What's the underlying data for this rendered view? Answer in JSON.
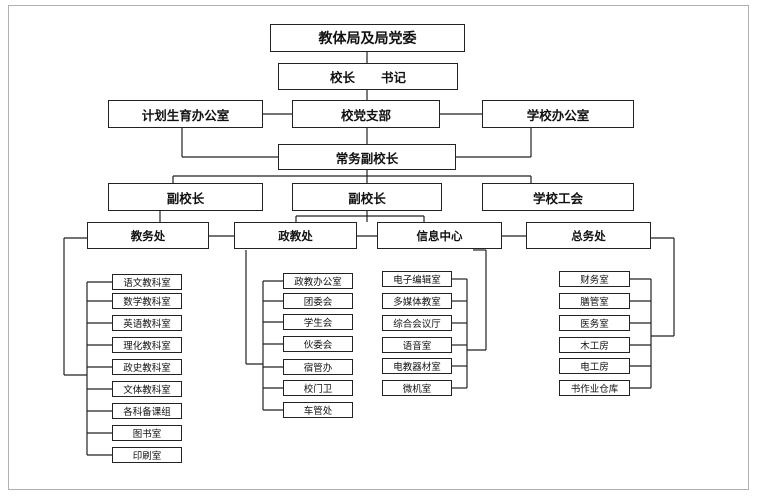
{
  "chart": {
    "root": "教体局及局党委",
    "leaders": {
      "principal": "校长",
      "secretary": "书记"
    },
    "level2": {
      "left": "计划生育办公室",
      "center": "校党支部",
      "right": "学校办公室"
    },
    "executive": "常务副校长",
    "level4": {
      "left": "副校长",
      "center": "副校长",
      "right": "学校工会"
    },
    "departments": [
      {
        "name": "教务处",
        "units": [
          "语文教科室",
          "数学教科室",
          "英语教科室",
          "理化教科室",
          "政史教科室",
          "文体教科室",
          "各科备课组",
          "图书室",
          "印刷室"
        ]
      },
      {
        "name": "政教处",
        "units": [
          "政教办公室",
          "团委会",
          "学生会",
          "伙委会",
          "宿管办",
          "校门卫",
          "车管处"
        ]
      },
      {
        "name": "信息中心",
        "units": [
          "电子编辑室",
          "多媒体教室",
          "综合会议厅",
          "语音室",
          "电教器材室",
          "微机室"
        ]
      },
      {
        "name": "总务处",
        "units": [
          "财务室",
          "膳管室",
          "医务室",
          "木工房",
          "电工房",
          "书作业仓库"
        ]
      }
    ]
  }
}
